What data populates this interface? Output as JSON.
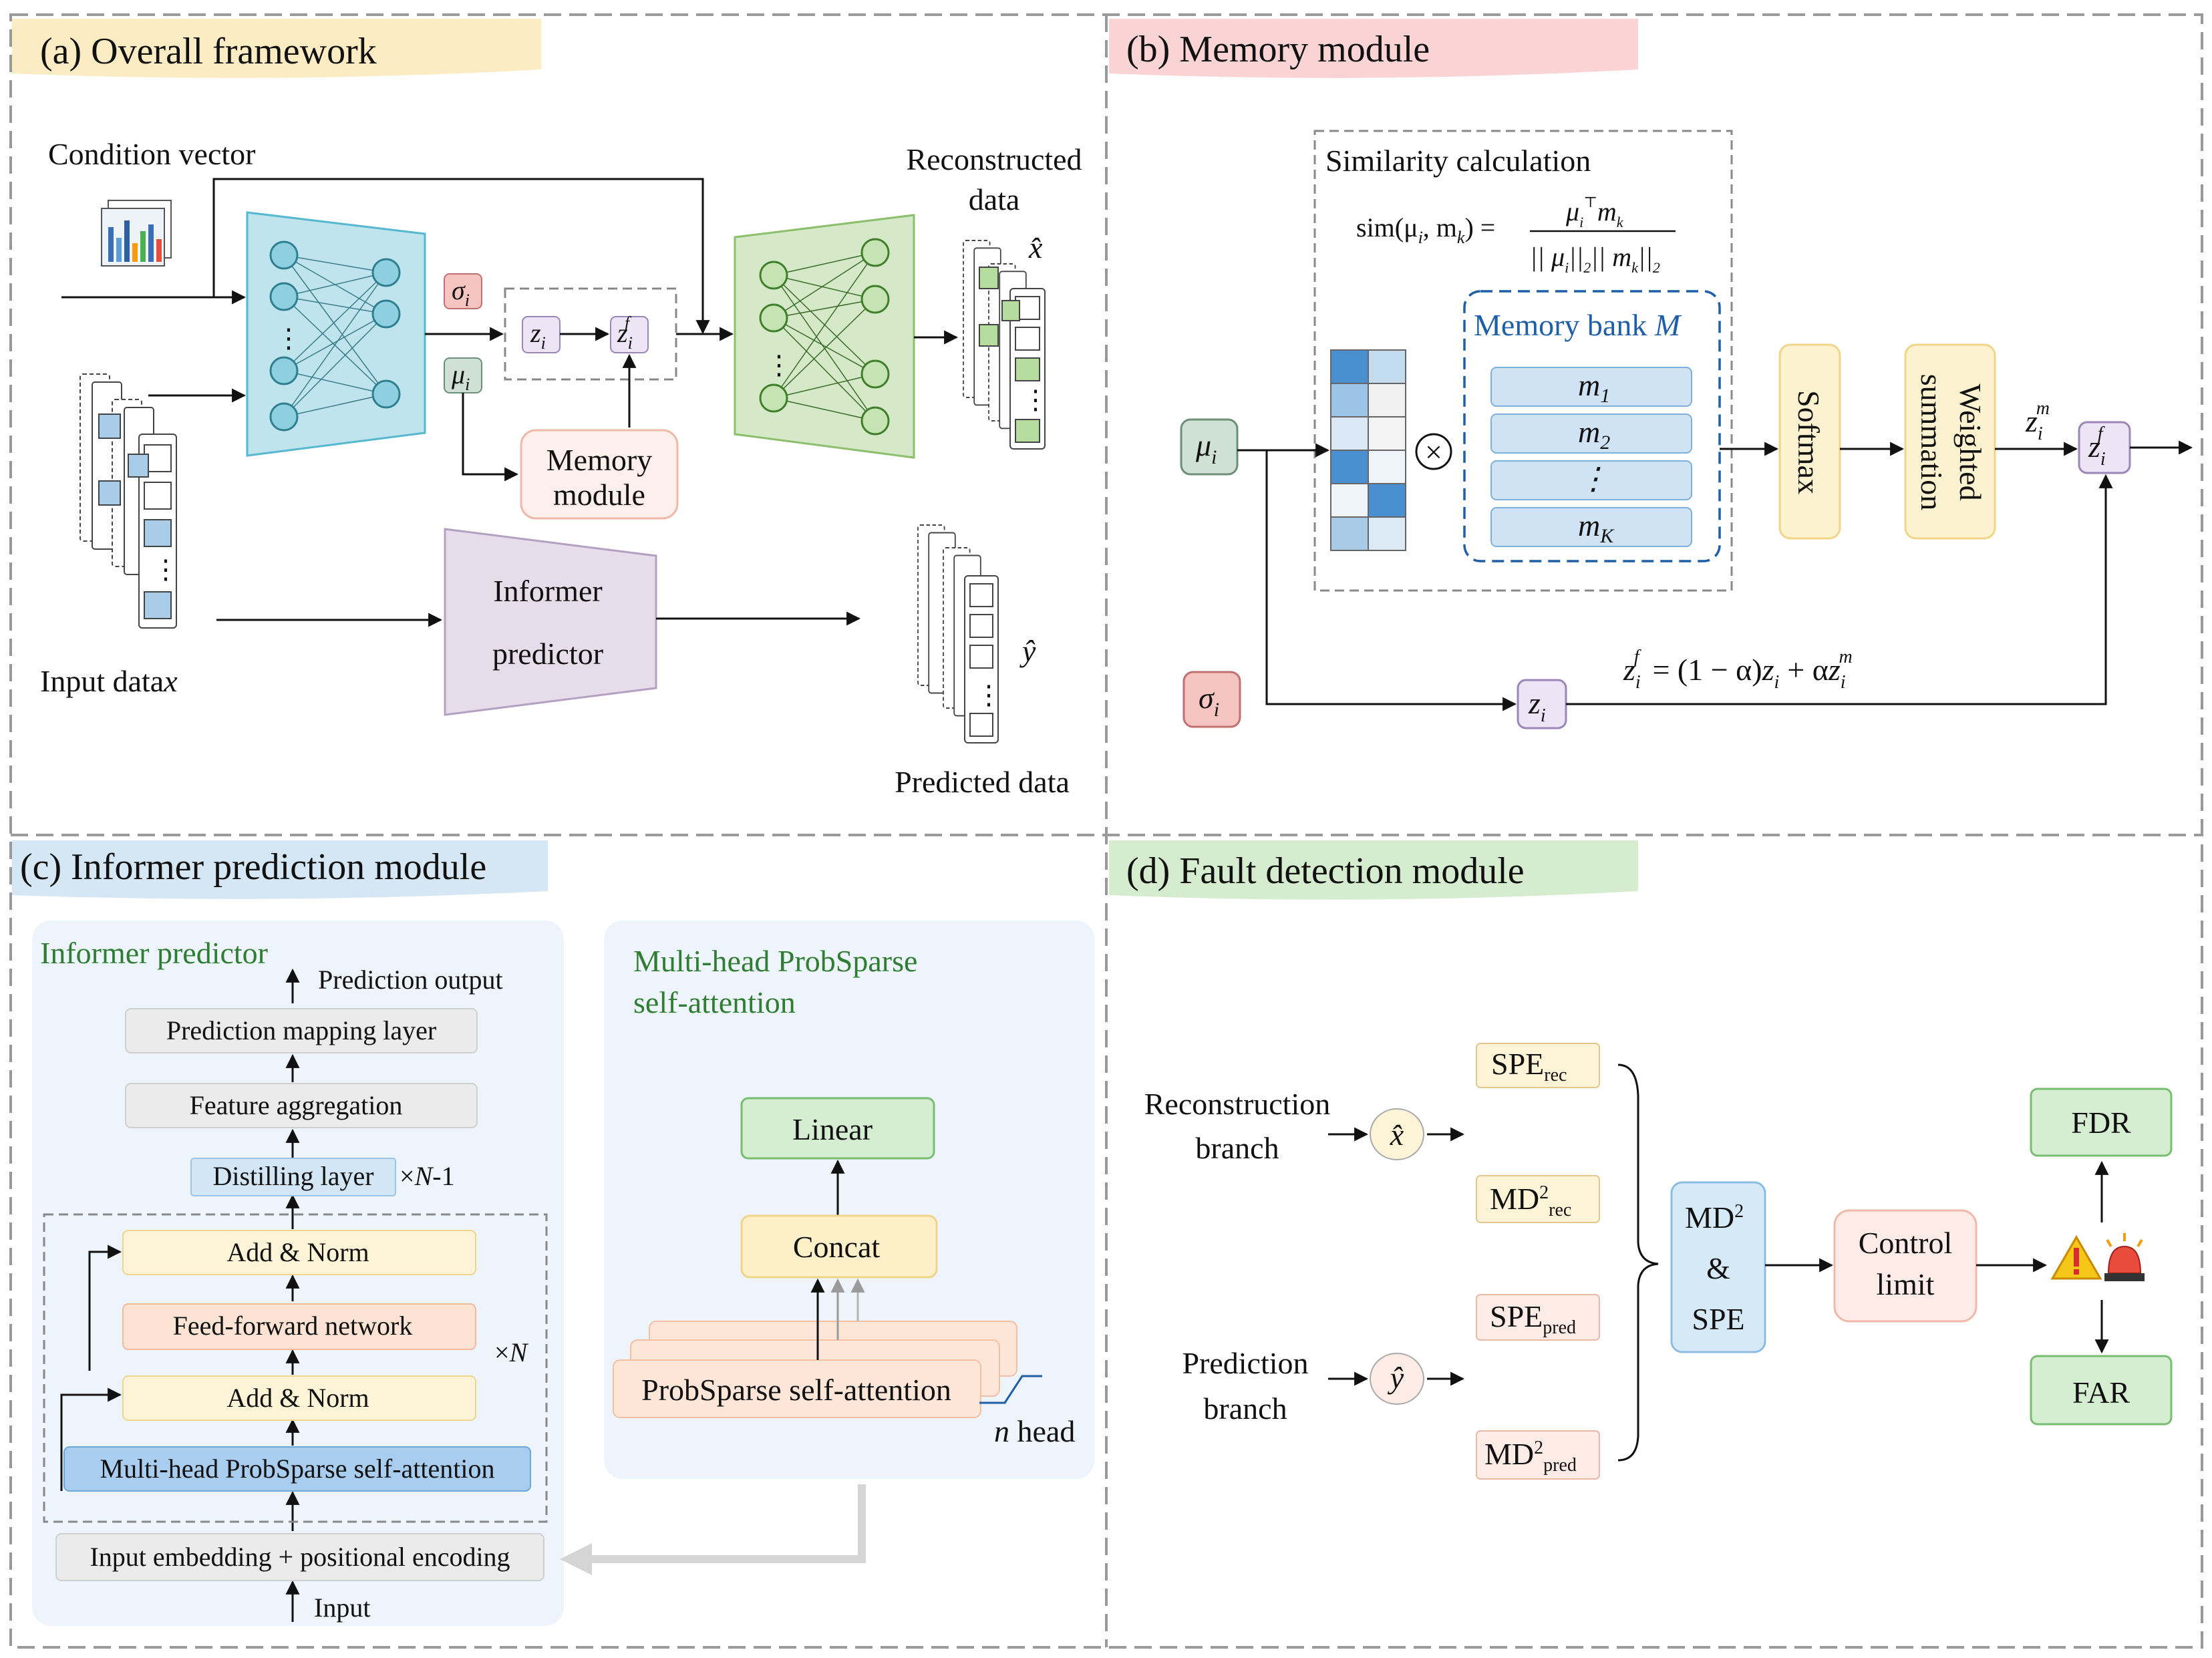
{
  "panel_a": {
    "title": "(a) Overall framework",
    "condition_vector": "Condition vector",
    "input_data": "Input data",
    "input_symbol": "x",
    "sigma": "σ",
    "mu": "μ",
    "sub_i": "i",
    "z": "z",
    "sup_f": "f",
    "memory_module": [
      "Memory",
      "module"
    ],
    "reconstructed_data": [
      "Reconstructed",
      "data"
    ],
    "x_hat": "x̂",
    "informer_predictor": [
      "Informer",
      "predictor"
    ],
    "y_hat": "ŷ",
    "predicted_data": "Predicted data",
    "ellipsis": "⋮"
  },
  "panel_b": {
    "title": "(b) Memory module",
    "similarity_title": "Similarity calculation",
    "sim_lhs": "sim(μ",
    "sim_lhs_mid": ", m",
    "sim_lhs_end": ") =",
    "sim_num": "μ",
    "sim_num_sup": "⊤",
    "sim_num_m": "m",
    "sim_den": "|| μ",
    "sim_den_mid": "||",
    "sim_den_sub2": "2",
    "sim_den_m": "|| m",
    "sub_k": "k",
    "memory_bank": "Memory bank",
    "memory_bank_symbol": "M",
    "bank_items": [
      {
        "m": "m",
        "sub": "1"
      },
      {
        "m": "m",
        "sub": "2"
      },
      {
        "m": "⋮",
        "sub": ""
      },
      {
        "m": "m",
        "sub": "K"
      }
    ],
    "times": "×",
    "softmax": "Softmax",
    "weighted_summation": [
      "Weighted",
      "summation"
    ],
    "mu": "μ",
    "sigma": "σ",
    "sub_i": "i",
    "z": "z",
    "sup_m": "m",
    "sup_f": "f",
    "formula_lhs": "= (1 − α)",
    "formula_plus": "+ α",
    "matrix_colors": [
      [
        "#4a90d0",
        "#c3dcef"
      ],
      [
        "#9cc4e6",
        "#f1f1f1"
      ],
      [
        "#dbe9f6",
        "#f3f3f3"
      ],
      [
        "#4a90d0",
        "#eef4fa"
      ],
      [
        "#eef4fa",
        "#4a90d0"
      ],
      [
        "#a9cbe6",
        "#dceaf6"
      ]
    ]
  },
  "panel_c": {
    "title": "(c) Informer prediction module",
    "informer_predictor": "Informer predictor",
    "prediction_output": "Prediction output",
    "prediction_mapping": "Prediction mapping layer",
    "feature_aggregation": "Feature aggregation",
    "distilling_layer": "Distilling layer",
    "distill_repeat": "×",
    "distill_n": "N",
    "distill_minus": "-1",
    "add_norm_top": "Add & Norm",
    "feed_forward": "Feed-forward network",
    "add_norm_bottom": "Add & Norm",
    "mhpsa": "Multi-head ProbSparse self-attention",
    "repeat_n_x": "×",
    "repeat_n": "N",
    "input_embedding": "Input embedding + positional encoding",
    "input": "Input",
    "right_title": [
      "Multi-head ProbSparse",
      "self-attention"
    ],
    "linear": "Linear",
    "concat": "Concat",
    "probsparse": "ProbSparse self-attention",
    "n_head_n": "n",
    "n_head": " head"
  },
  "panel_d": {
    "title": "(d) Fault detection module",
    "reconstruction_branch": [
      "Reconstruction",
      "branch"
    ],
    "prediction_branch": [
      "Prediction",
      "branch"
    ],
    "x_hat": "x̂",
    "y_hat": "ŷ",
    "spe": "SPE",
    "md": "MD",
    "sq": "2",
    "rec": "rec",
    "pred": "pred",
    "combo": [
      "MD",
      "&",
      "SPE"
    ],
    "control_limit": [
      "Control",
      "limit"
    ],
    "fdr": "FDR",
    "far": "FAR"
  }
}
